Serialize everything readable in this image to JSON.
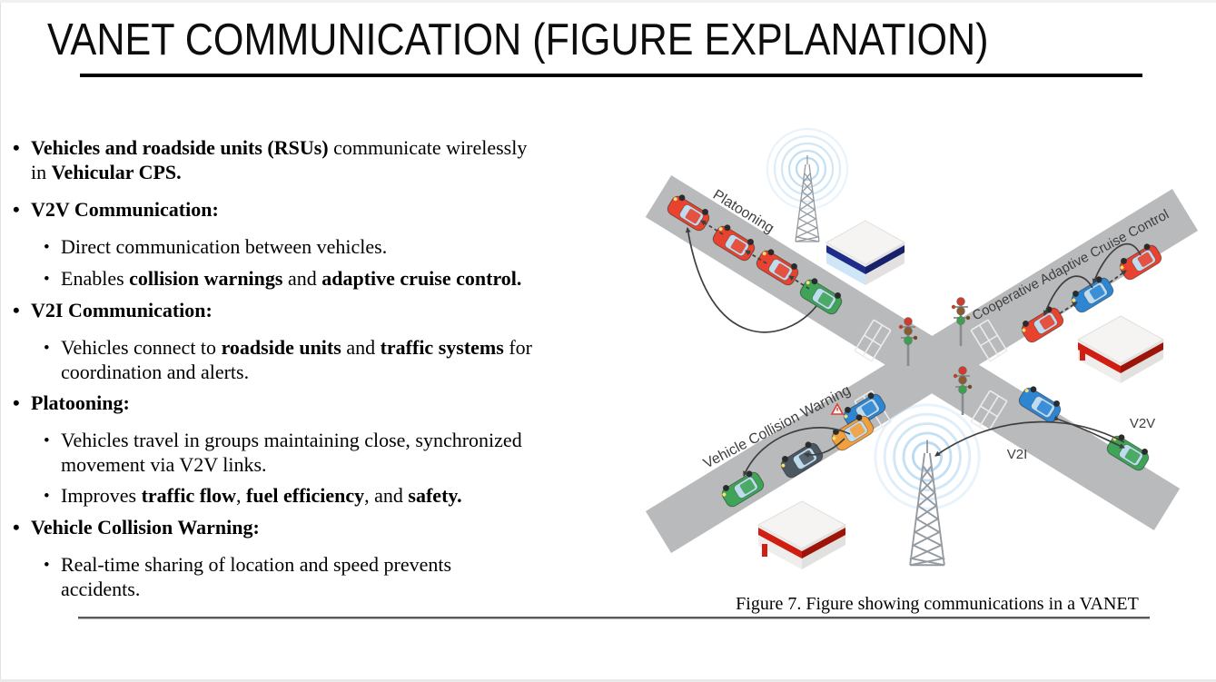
{
  "slide": {
    "title": "VANET COMMUNICATION (FIGURE EXPLANATION)",
    "bullets": [
      {
        "level": 1,
        "lines": [
          [
            {
              "t": " ",
              "b": false
            },
            {
              "t": "Vehicles and roadside units (RSUs)",
              "b": true
            },
            {
              "t": " communicate wirelessly",
              "b": false
            }
          ],
          [
            {
              "t": "in ",
              "b": false
            },
            {
              "t": "Vehicular CPS.",
              "b": true
            }
          ]
        ]
      },
      {
        "level": 1,
        "lines": [
          [
            {
              "t": "V2V Communication:",
              "b": true
            }
          ]
        ]
      },
      {
        "level": 2,
        "lines": [
          [
            {
              "t": "Direct communication between vehicles.",
              "b": false
            }
          ]
        ]
      },
      {
        "level": 2,
        "lines": [
          [
            {
              "t": "Enables ",
              "b": false
            },
            {
              "t": "collision warnings",
              "b": true
            },
            {
              "t": " and ",
              "b": false
            },
            {
              "t": "adaptive cruise control.",
              "b": true
            }
          ]
        ]
      },
      {
        "level": 1,
        "lines": [
          [
            {
              "t": "V2I Communication:",
              "b": true
            }
          ]
        ]
      },
      {
        "level": 2,
        "lines": [
          [
            {
              "t": "Vehicles connect to ",
              "b": false
            },
            {
              "t": "roadside units",
              "b": true
            },
            {
              "t": " and ",
              "b": false
            },
            {
              "t": "traffic systems",
              "b": true
            },
            {
              "t": " for",
              "b": false
            }
          ],
          [
            {
              "t": "coordination and alerts.",
              "b": false
            }
          ]
        ]
      },
      {
        "level": 1,
        "lines": [
          [
            {
              "t": "Platooning:",
              "b": true
            }
          ]
        ]
      },
      {
        "level": 2,
        "lines": [
          [
            {
              "t": "Vehicles travel in groups maintaining close, synchronized",
              "b": false
            }
          ],
          [
            {
              "t": "movement via V2V links.",
              "b": false
            }
          ]
        ]
      },
      {
        "level": 2,
        "lines": [
          [
            {
              "t": "Improves ",
              "b": false
            },
            {
              "t": "traffic flow",
              "b": true
            },
            {
              "t": ", ",
              "b": false
            },
            {
              "t": "fuel efficiency",
              "b": true
            },
            {
              "t": ", and ",
              "b": false
            },
            {
              "t": "safety.",
              "b": true
            }
          ]
        ]
      },
      {
        "level": 1,
        "lines": [
          [
            {
              "t": "Vehicle Collision Warning:",
              "b": true
            }
          ]
        ]
      },
      {
        "level": 2,
        "lines": [
          [
            {
              "t": "Real-time sharing of location and speed prevents",
              "b": false
            }
          ],
          [
            {
              "t": "accidents.",
              "b": false
            }
          ]
        ]
      }
    ]
  },
  "figure": {
    "caption": "Figure 7. Figure showing communications in a VANET",
    "labels": {
      "platooning": "Platooning",
      "cacc": "Cooperative Adaptive Cruise Control",
      "vcw": "Vehicle Collision Warning",
      "v2v": "V2V",
      "v2i": "V2I"
    },
    "colors": {
      "road": "#b9babc",
      "car-red": "#e8432e",
      "car-green": "#3fa457",
      "car-blue": "#2e86d3",
      "car-orange": "#f2a03d",
      "car-dark": "#4d5761",
      "navy": "#1f2d8a",
      "navy-dark": "#16206b",
      "brick-red": "#d01f12",
      "brick-red-dark": "#9d1409",
      "wave": "#b5d8f1",
      "arrow": "#3f3f3f",
      "warning": "#e03c31"
    }
  }
}
